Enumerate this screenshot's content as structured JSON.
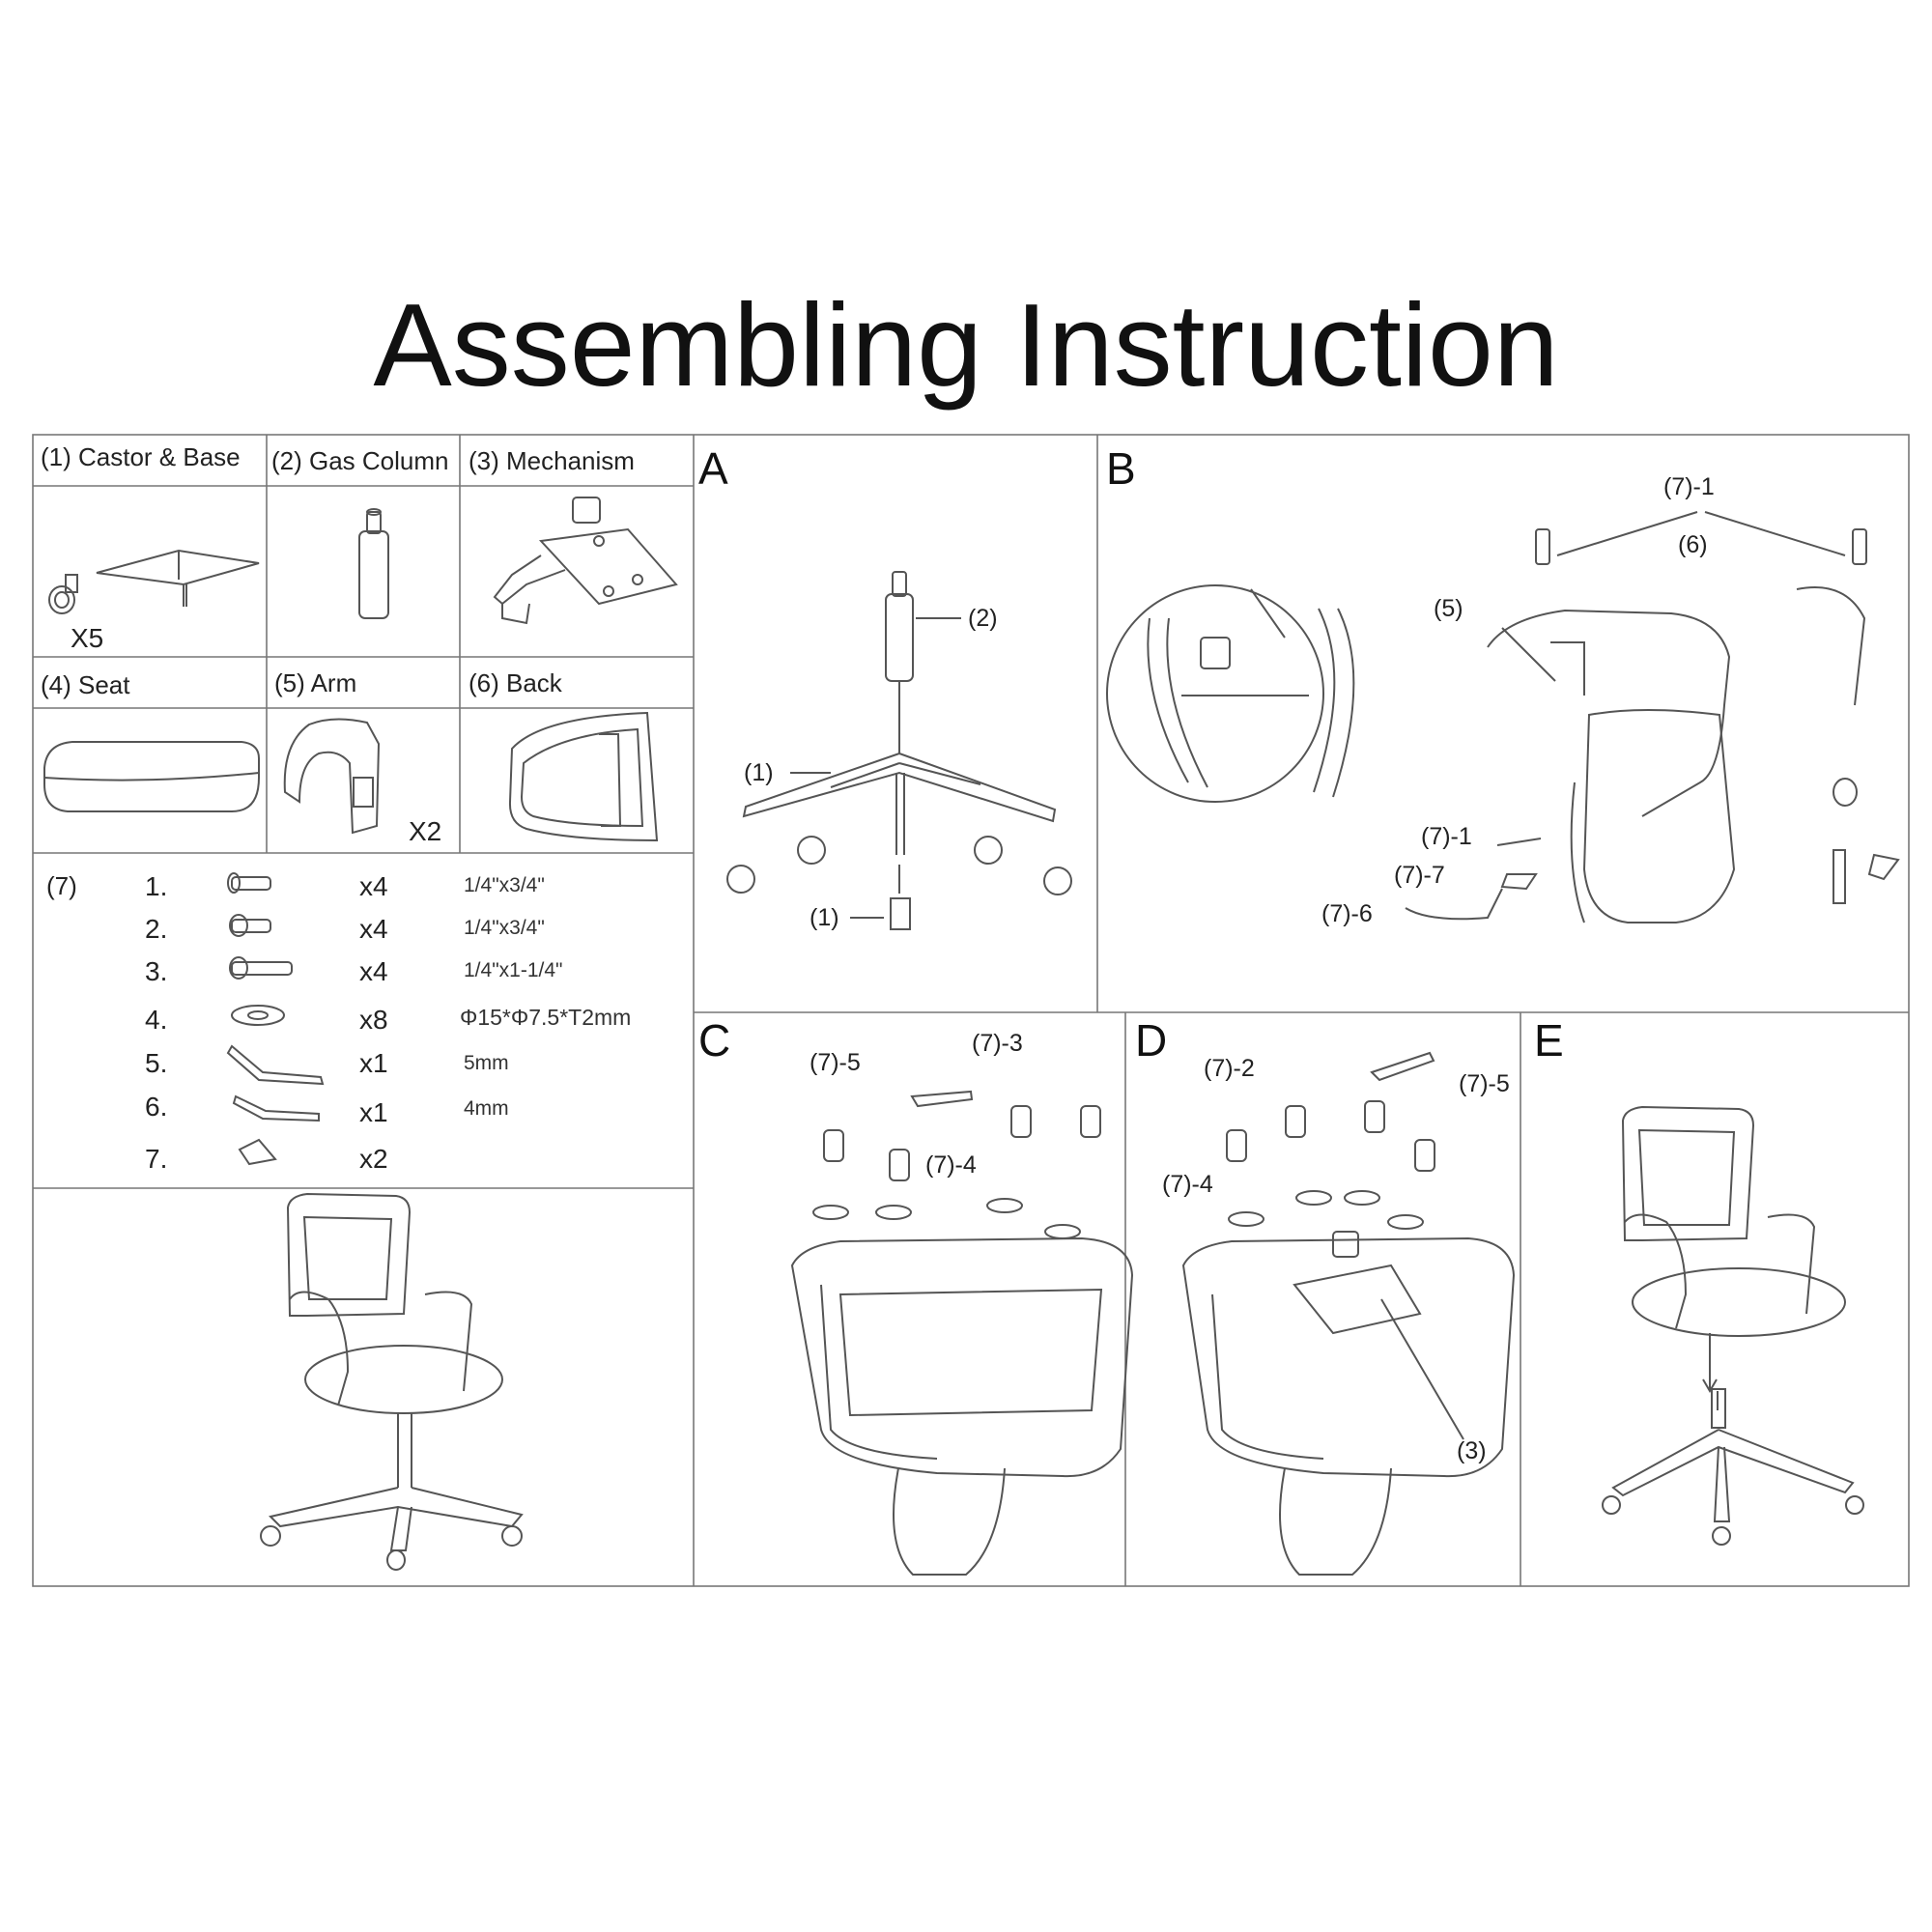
{
  "title": "Assembling Instruction",
  "parts": {
    "castor_base": "(1) Castor & Base",
    "gas_column": "(2) Gas Column",
    "mechanism": "(3) Mechanism",
    "seat": "(4) Seat",
    "arm": "(5) Arm",
    "back": "(6) Back",
    "castor_qty": "X5",
    "arm_qty": "X2"
  },
  "hardware": {
    "group_label": "(7)",
    "items": [
      {
        "num": "1.",
        "qty": "x4",
        "size": "1/4\"x3/4\""
      },
      {
        "num": "2.",
        "qty": "x4",
        "size": "1/4\"x3/4\""
      },
      {
        "num": "3.",
        "qty": "x4",
        "size": "1/4\"x1-1/4\""
      },
      {
        "num": "4.",
        "qty": "x8",
        "size": "Φ15*Φ7.5*T2mm"
      },
      {
        "num": "5.",
        "qty": "x1",
        "size": "5mm"
      },
      {
        "num": "6.",
        "qty": "x1",
        "size": "4mm"
      },
      {
        "num": "7.",
        "qty": "x2",
        "size": ""
      }
    ]
  },
  "steps": {
    "a": {
      "letter": "A",
      "c1": "(2)",
      "c2": "(1)",
      "c3": "(1)"
    },
    "b": {
      "letter": "B",
      "c1": "(7)-1",
      "c2": "(6)",
      "c3": "(5)",
      "c4": "(7)-1",
      "c5": "(7)-7",
      "c6": "(7)-6"
    },
    "c": {
      "letter": "C",
      "c1": "(7)-5",
      "c2": "(7)-3",
      "c3": "(7)-4"
    },
    "d": {
      "letter": "D",
      "c1": "(7)-2",
      "c2": "(7)-5",
      "c3": "(7)-4",
      "c4": "(3)"
    },
    "e": {
      "letter": "E"
    }
  }
}
